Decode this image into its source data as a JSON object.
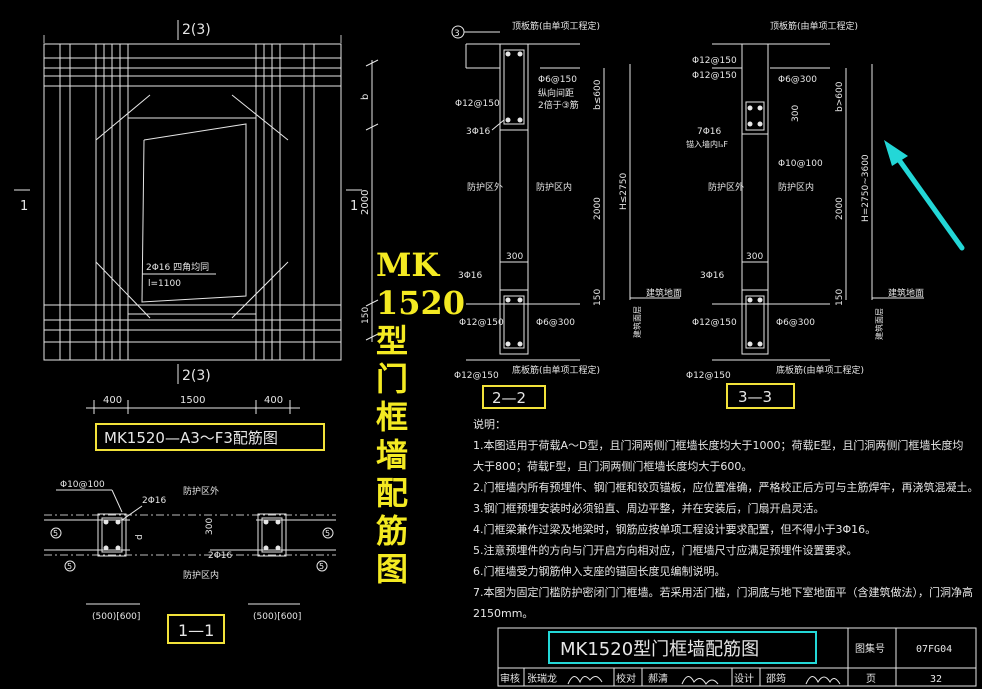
{
  "left_plan": {
    "section_top": "2(3)",
    "section_bottom": "2(3)",
    "section_side": "1",
    "rebar_note": "2Φ16 四角均同",
    "rebar_len": "l=1100",
    "dims": [
      "400",
      "1500",
      "400"
    ],
    "right_dims": [
      "b",
      "2000",
      "150"
    ],
    "caption": "MK1520—A3～F3配筋图"
  },
  "section_1": {
    "labels": {
      "top_rebar": "Φ10@100",
      "rebar_a": "2Φ16",
      "rebar_b": "2Φ16",
      "outside": "防护区外",
      "inside": "防护区内",
      "dim_300": "300",
      "dim_d": "d",
      "circle": "5",
      "dims_left": "(500)[600]",
      "dims_right": "(500)[600]"
    },
    "caption": "1—1"
  },
  "section_2": {
    "labels": {
      "circle": "3",
      "roof": "顶板筋(由单项工程定)",
      "stirrup": "Φ6@150",
      "long_spacing": "纵向间距",
      "twice": "2倍于③筋",
      "bar_top": "Φ12@150",
      "bar_bot": "3Φ16",
      "outside": "防护区外",
      "inside": "防护区内",
      "dim_b": "b≤600",
      "dim_2000": "2000",
      "dim_h": "H≤2750",
      "dim_300": "300",
      "lower_bar": "3Φ16",
      "floor": "建筑地面",
      "lower_phi": "Φ12@150",
      "lower_stir": "Φ6@300",
      "floor_slab": "底板筋(由单项工程定)",
      "bottom_phi": "Φ12@150",
      "dim_150": "150",
      "wall_label": "建筑面层"
    },
    "caption": "2—2"
  },
  "section_3": {
    "labels": {
      "roof": "顶板筋(由单项工程定)",
      "bar1": "Φ12@150",
      "bar2": "Φ12@150",
      "stirrup": "Φ6@300",
      "dim_300": "300",
      "bars": "7Φ16",
      "anchor": "锚入墙内lₐF",
      "phi10": "Φ10@100",
      "outside": "防护区外",
      "inside": "防护区内",
      "dim_b": "b>600",
      "dim_2000": "2000",
      "dim_h": "H=2750~3600",
      "dim_300b": "300",
      "lower_bar": "3Φ16",
      "floor": "建筑地面",
      "lower_phi": "Φ12@150",
      "lower_stir": "Φ6@300",
      "floor_slab": "底板筋(由单项工程定)",
      "bottom_phi": "Φ12@150",
      "dim_150": "150",
      "wall_label": "建筑面层"
    },
    "caption": "3—3"
  },
  "vertical_title": [
    "MK",
    "1520",
    "型",
    "门",
    "框",
    "墙",
    "配",
    "筋",
    "图"
  ],
  "notes": {
    "heading": "说明：",
    "items": [
      "1.本图适用于荷载A～D型，且门洞两侧门框墙长度均大于1000；荷载E型，且门洞两侧门框墙长度均",
      "大于800；荷载F型，且门洞两侧门框墙长度均大于600。",
      "2.门框墙内所有预埋件、钢门框和铰页锚板，应位置准确，严格校正后方可与主筋焊牢，再浇筑混凝土。",
      "3.钢门框预埋安装时必须铅直、周边平整，并在安装后，门扇开启灵活。",
      "4.门框梁兼作过梁及地梁时，钢筋应按单项工程设计要求配置，但不得小于3Φ16。",
      "5.注意预埋件的方向与门开启方向相对应，门框墙尺寸应满足预埋件设置要求。",
      "6.门框墙受力钢筋伸入支座的锚固长度见编制说明。",
      "7.本图为固定门槛防护密闭门门框墙。若采用活门槛，门洞底与地下室地面平（含建筑做法），门洞净高",
      "2150mm。"
    ]
  },
  "title_block": {
    "title": "MK1520型门框墙配筋图",
    "atlas_label": "图集号",
    "atlas_no": "07FG04",
    "page_label": "页",
    "page_no": "32",
    "review_label": "审核",
    "reviewer": "张瑞龙",
    "check_label": "校对",
    "checker": "郝清",
    "design_label": "设计",
    "designer": "邵筠"
  },
  "colors": {
    "background": "#000000",
    "line": "#e6e6e6",
    "highlight_yellow": "#f2e23a",
    "highlight_cyan": "#23d7d7",
    "title_yellow": "#f4ea22"
  }
}
